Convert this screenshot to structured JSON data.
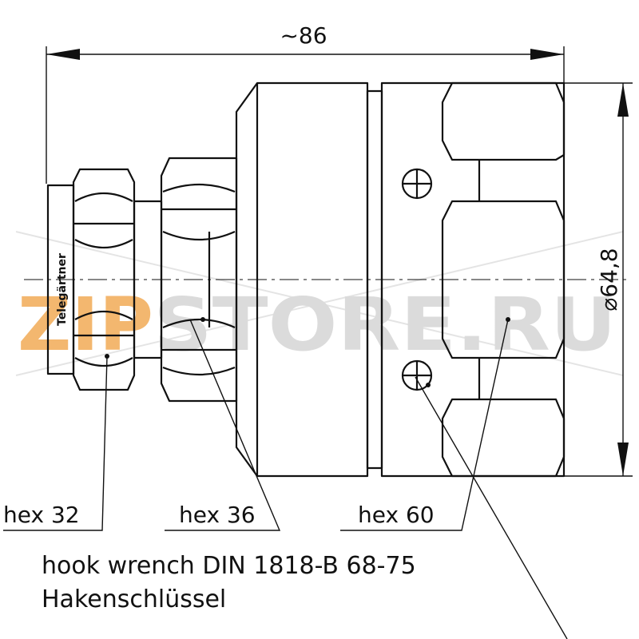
{
  "dimensions": {
    "length": "~86",
    "diameter": "⌀64,8"
  },
  "brand": "Telegärtner",
  "wrench_labels": {
    "hex_small": "hex 32",
    "hex_mid": "hex 36",
    "hex_large": "hex 60"
  },
  "hook_wrench": {
    "line1": "hook wrench DIN 1818-B 68-75",
    "line2": "Hakenschlüssel"
  },
  "watermark": {
    "part1": "ZIP",
    "part2": "STORE.RU",
    "colors": {
      "part1": "#f0a040",
      "part2": "#cfcfcf"
    }
  }
}
